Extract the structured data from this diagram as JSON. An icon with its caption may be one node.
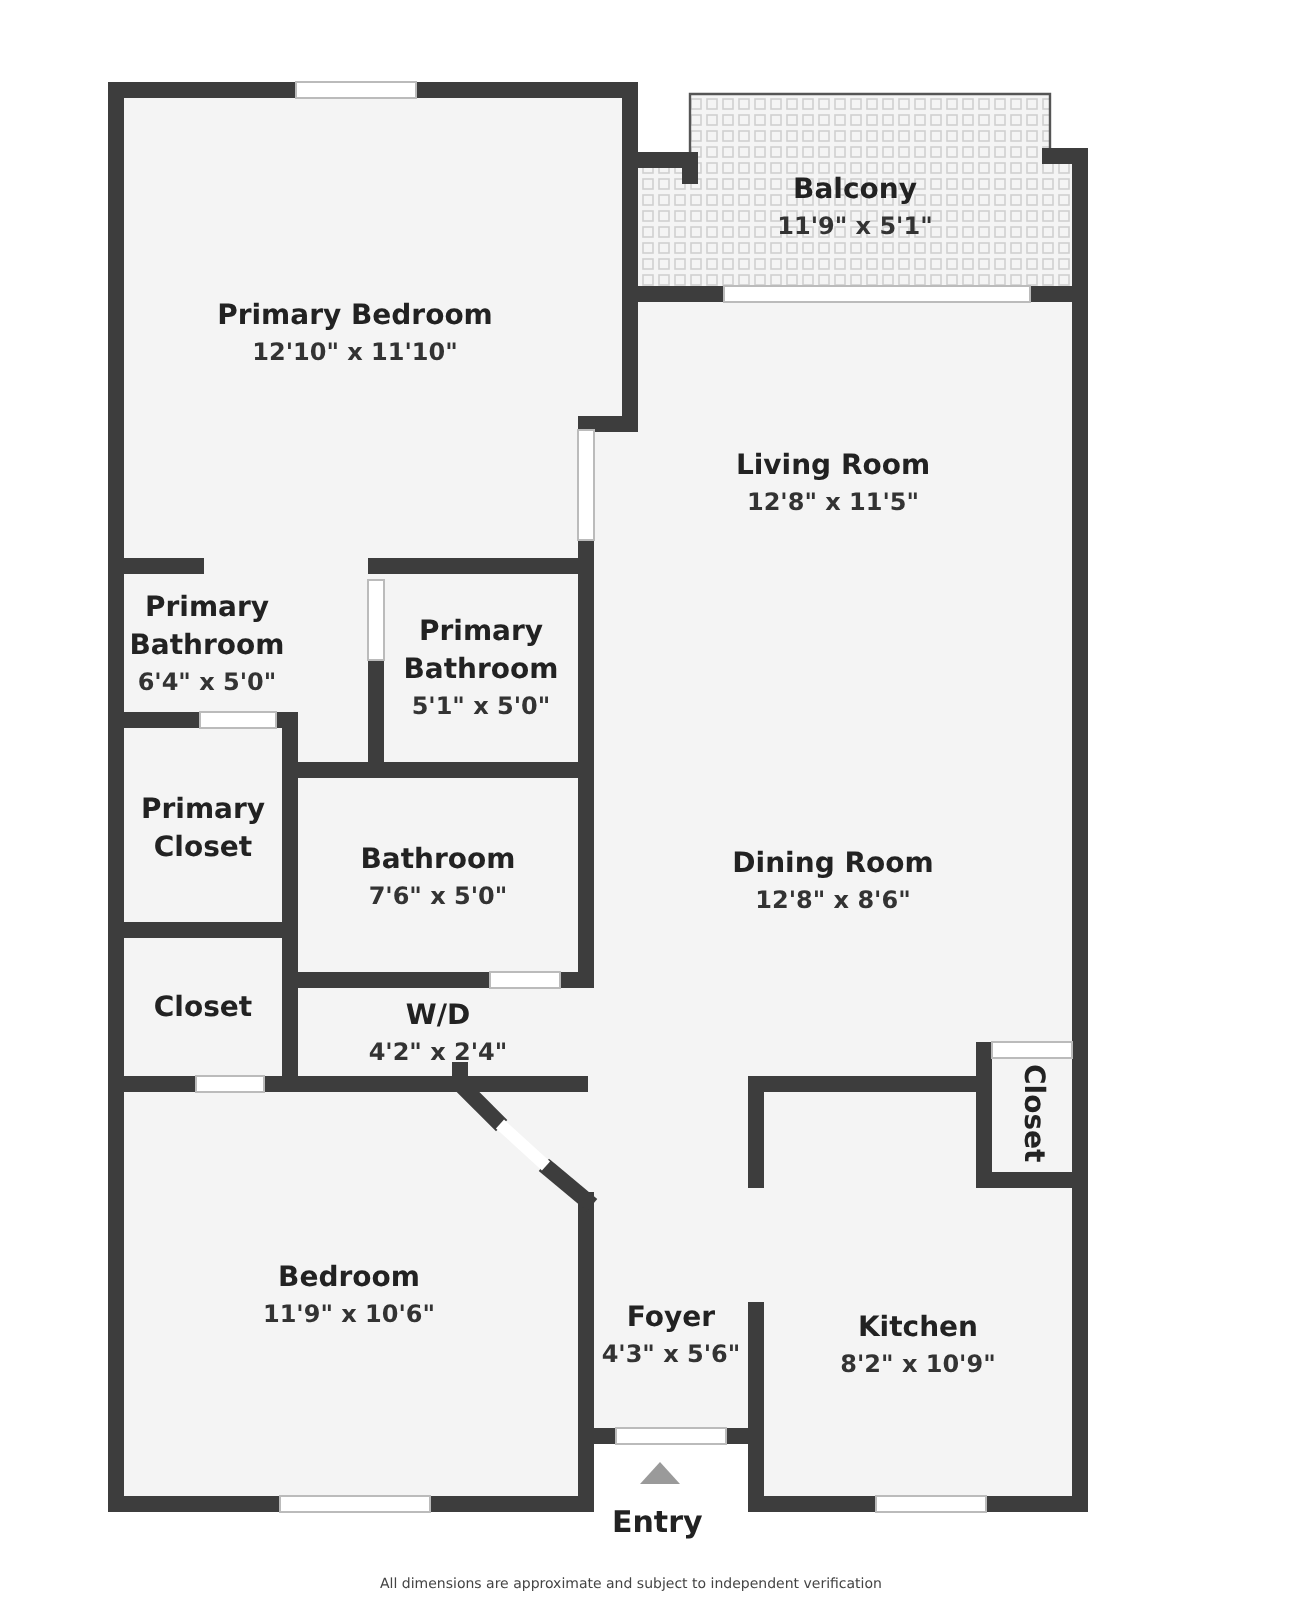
{
  "diagram": {
    "caption": "All dimensions are approximate and subject to independent verification",
    "nodes": [
      {
        "text": [
          "Balcony",
          "11'9\" x 5'1\""
        ]
      },
      {
        "text": [
          "Primary Bedroom",
          "12'10\" x 11'10\""
        ]
      },
      {
        "text": [
          "Living Room",
          "12'8\" x 11'5\""
        ]
      },
      {
        "text": [
          "Primary Bathroom",
          "6'4\" x 5'0\""
        ]
      },
      {
        "text": [
          "Primary Bathroom",
          "5'1\" x 5'0\""
        ]
      },
      {
        "text": [
          "Primary Closet"
        ]
      },
      {
        "text": [
          "Bathroom",
          "7'6\" x 5'0\""
        ]
      },
      {
        "text": [
          "Dining Room",
          "12'8\" x 8'6\""
        ]
      },
      {
        "text": [
          "Closet"
        ]
      },
      {
        "text": [
          "W/D",
          "4'2\" x 2'4\""
        ]
      },
      {
        "text": [
          "Closet"
        ]
      },
      {
        "text": [
          "Bedroom",
          "11'9\" x 10'6\""
        ]
      },
      {
        "text": [
          "Foyer",
          "4'3\" x 5'6\""
        ]
      },
      {
        "text": [
          "Kitchen",
          "8'2\" x 10'9\""
        ]
      }
    ],
    "labels": [
      "Entry"
    ]
  }
}
